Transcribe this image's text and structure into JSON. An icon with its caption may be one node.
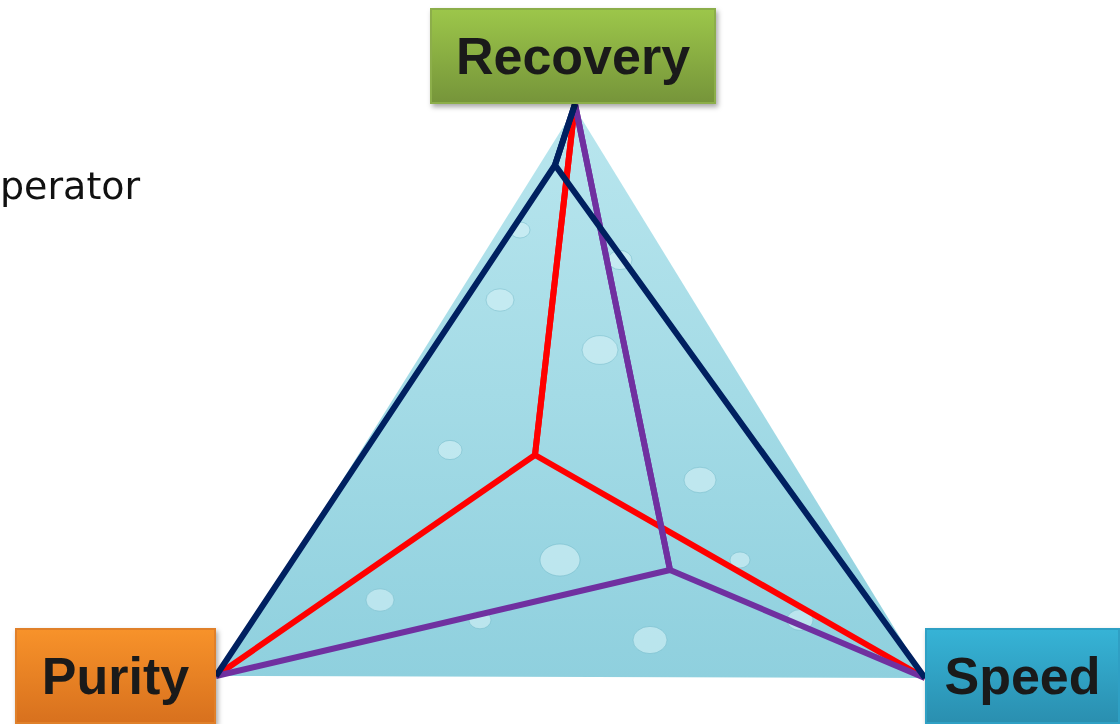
{
  "diagram": {
    "nodes": [
      {
        "text": [
          "Recovery"
        ]
      },
      {
        "text": [
          "Purity"
        ]
      },
      {
        "text": [
          "Speed"
        ]
      }
    ],
    "edges": [
      {
        "from": 0,
        "to": 1,
        "arrow": "none",
        "color": "#ff0000"
      },
      {
        "from": 0,
        "to": 2,
        "arrow": "none",
        "color": "#ff0000"
      },
      {
        "from": 0,
        "to": 1,
        "arrow": "none",
        "color": "#7030a0"
      },
      {
        "from": 0,
        "to": 2,
        "arrow": "none",
        "color": "#7030a0"
      },
      {
        "from": 0,
        "to": 1,
        "arrow": "none",
        "color": "#002060"
      },
      {
        "from": 0,
        "to": 2,
        "arrow": "none",
        "color": "#002060"
      }
    ],
    "labels": [
      "perator"
    ]
  }
}
